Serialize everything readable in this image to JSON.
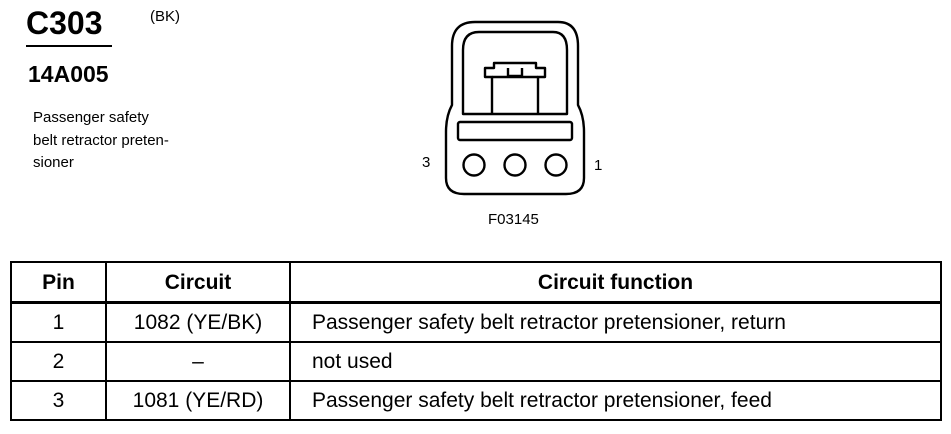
{
  "connector": {
    "id": "C303",
    "color": "(BK)",
    "part_number": "14A005",
    "description_lines": [
      "Passenger safety",
      "belt retractor preten-",
      "sioner"
    ]
  },
  "diagram": {
    "pin_label_left": "3",
    "pin_label_right": "1",
    "figure_code": "F03145"
  },
  "table": {
    "headers": [
      "Pin",
      "Circuit",
      "Circuit function"
    ],
    "rows": [
      {
        "pin": "1",
        "circuit": "1082 (YE/BK)",
        "function": "Passenger safety belt retractor pretensioner, return"
      },
      {
        "pin": "2",
        "circuit": "–",
        "function": "not used"
      },
      {
        "pin": "3",
        "circuit": "1081 (YE/RD)",
        "function": "Passenger safety belt retractor pretensioner, feed"
      }
    ]
  }
}
